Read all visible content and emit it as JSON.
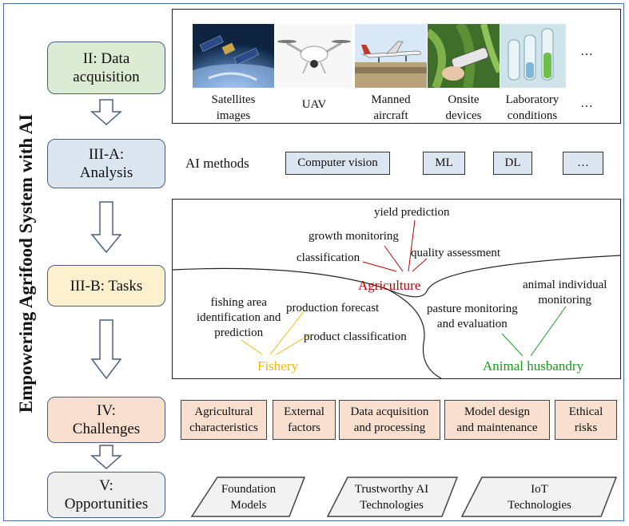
{
  "side_title": "Empowering Agrifood System with AI",
  "stages": {
    "data_acquisition": [
      "II: Data",
      "acquisition"
    ],
    "analysis": [
      "III-A:",
      "Analysis"
    ],
    "tasks": [
      "III-B: Tasks"
    ],
    "challenges": [
      "IV:",
      "Challenges"
    ],
    "opportunities": [
      "V:",
      "Opportunities"
    ]
  },
  "sources": [
    {
      "line1": "Satellites",
      "line2": "images",
      "icon": "satellite-image"
    },
    {
      "line1": "UAV",
      "line2": "",
      "icon": "drone-image"
    },
    {
      "line1": "Manned",
      "line2": "aircraft",
      "icon": "aircraft-image"
    },
    {
      "line1": "Onsite",
      "line2": "devices",
      "icon": "handheld-device-image"
    },
    {
      "line1": "Laboratory",
      "line2": "conditions",
      "icon": "lab-tubes-image"
    }
  ],
  "sources_more": "…",
  "ai_methods": {
    "label": "AI methods",
    "items": [
      "Computer vision",
      "ML",
      "DL",
      "…"
    ]
  },
  "tasks": {
    "agriculture": {
      "label": "Agriculture",
      "items": [
        "yield prediction",
        "growth monitoring",
        "classification",
        "quality assessment"
      ]
    },
    "fishery": {
      "label": "Fishery",
      "items": [
        "fishing area",
        "identification and",
        "prediction",
        "production forecast",
        "product classification"
      ]
    },
    "animal_husbandry": {
      "label": "Animal husbandry",
      "items": [
        "pasture monitoring",
        "and evaluation",
        "animal individual",
        "monitoring"
      ]
    }
  },
  "challenges": [
    [
      "Agricultural",
      "characteristics"
    ],
    [
      "External",
      "factors"
    ],
    [
      "Data acquisition",
      "and processing"
    ],
    [
      "Model design",
      "and maintenance"
    ],
    [
      "Ethical",
      "risks"
    ]
  ],
  "opportunities": [
    [
      "Foundation",
      "Models"
    ],
    [
      "Trustworthy AI",
      "Technologies"
    ],
    [
      "IoT",
      "Technologies"
    ]
  ],
  "colors": {
    "stage_green": "#dcebd3",
    "stage_blue": "#dce6f1",
    "stage_yellow": "#fdf0cf",
    "stage_peach": "#f8dfcf",
    "stage_gray": "#eeeeee",
    "agriculture": "#c00000",
    "fishery": "#f2b600",
    "animal_husbandry": "#1a9a1a"
  }
}
